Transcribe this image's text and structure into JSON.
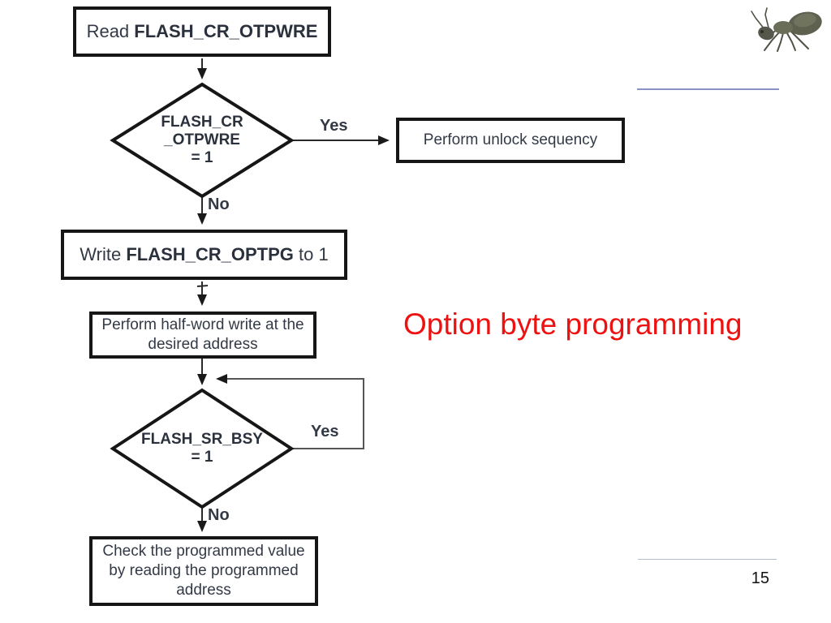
{
  "slide": {
    "title": "Option byte programming",
    "page_number": "15",
    "colors": {
      "title_red": "#ee1111",
      "header_rule": "#8b90c6",
      "footer_rule": "#b7bbcf",
      "diagram_ink": "#161616",
      "diagram_text": "#333a46"
    },
    "decorations": {
      "ant_icon": "ant-image"
    }
  },
  "flowchart": {
    "read_box": {
      "prefix": "Read ",
      "code": "FLASH_CR_OTPWRE"
    },
    "decision_otpwre": {
      "line1": "FLASH_CR",
      "line2": "_OTPWRE",
      "line3": "= 1"
    },
    "unlock_box": {
      "label": "Perform unlock sequency"
    },
    "write_box": {
      "prefix": "Write ",
      "code": "FLASH_CR_OPTPG",
      "suffix": " to 1"
    },
    "halfword_box": {
      "line1": "Perform half-word write at the",
      "line2": "desired address"
    },
    "decision_busy": {
      "line1": "FLASH_SR_BSY",
      "line2": "= 1"
    },
    "check_box": {
      "line1": "Check the programmed value",
      "line2": "by reading the programmed",
      "line3": "address"
    },
    "labels": {
      "yes1": "Yes",
      "no1": "No",
      "yes2": "Yes",
      "no2": "No"
    }
  }
}
